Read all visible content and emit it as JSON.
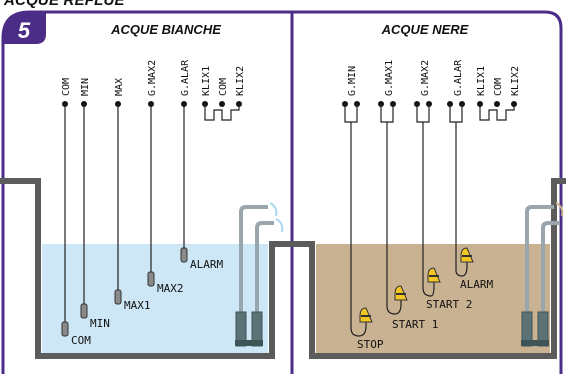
{
  "page_title": "ACQUE REFLUE",
  "step_number": "5",
  "colors": {
    "frame": "#4b2c87",
    "tank_wall": "#5c5c5c",
    "tank_wall_dark": "#3d3d3d",
    "white_water": "#cde7f7",
    "black_water": "#c9b291",
    "float_yellow": "#f3c623",
    "float_stripe": "#333333",
    "sensor_grey": "#8a8a8a",
    "pipe_grey": "#9aa6ad",
    "pump_body": "#5b7276",
    "pump_dark": "#3f5457"
  },
  "left_panel": {
    "title": "ACQUE BIANCHE",
    "terminals": [
      "COM",
      "MIN",
      "MAX",
      "G.MAX2",
      "G.ALAR",
      "KLIX1",
      "COM",
      "KLIX2"
    ],
    "sensors": [
      "COM",
      "MIN",
      "MAX1",
      "MAX2",
      "ALARM"
    ]
  },
  "right_panel": {
    "title": "ACQUE NERE",
    "terminals": [
      "G.MIN",
      "G.MAX1",
      "G.MAX2",
      "G.ALAR",
      "KLIX1",
      "COM",
      "KLIX2"
    ],
    "floats": [
      "STOP",
      "START 1",
      "START 2",
      "ALARM"
    ]
  }
}
